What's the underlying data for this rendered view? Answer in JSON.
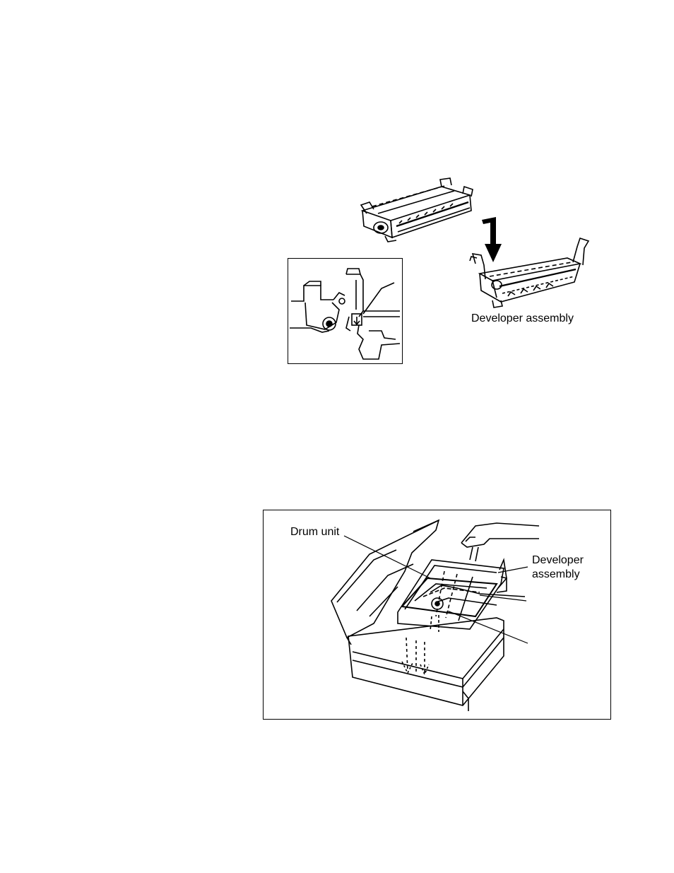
{
  "figure_top": {
    "developer_label": "Developer assembly"
  },
  "figure_bottom": {
    "drum_label": "Drum unit",
    "developer_label_line1": "Developer",
    "developer_label_line2": "assembly"
  }
}
